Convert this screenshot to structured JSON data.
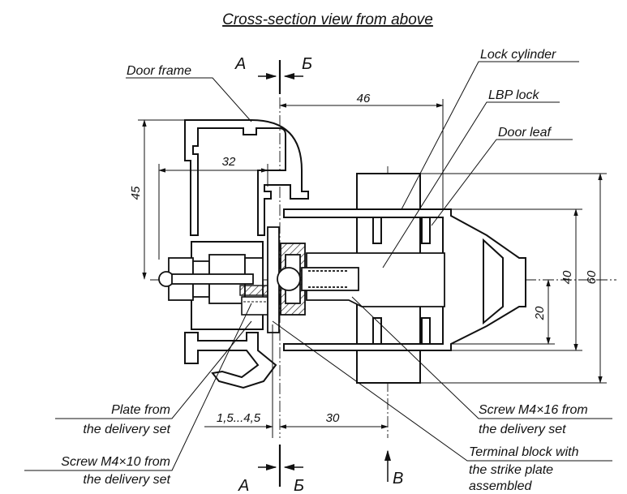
{
  "title": "Cross-section view from above",
  "section_marks": {
    "a_top": "А",
    "b_top": "Б",
    "a_bottom": "А",
    "b_bottom": "Б",
    "view_b": "В"
  },
  "callouts": {
    "door_frame": "Door frame",
    "lock_cylinder": "Lock cylinder",
    "lbp_lock": "LBP lock",
    "door_leaf": "Door leaf",
    "plate_line1": "Plate from",
    "plate_line2": "the delivery set",
    "screw10_line1": "Screw M4×10 from",
    "screw10_line2": "the delivery set",
    "screw16_line1": "Screw M4×16 from",
    "screw16_line2": "the delivery set",
    "terminal_line1": "Terminal block with",
    "terminal_line2": "the strike plate",
    "terminal_line3": "assembled"
  },
  "dimensions": {
    "d46": "46",
    "d32": "32",
    "d45": "45",
    "d40": "40",
    "d60": "60",
    "d20": "20",
    "d30": "30",
    "d15": "1,5...4,5"
  }
}
